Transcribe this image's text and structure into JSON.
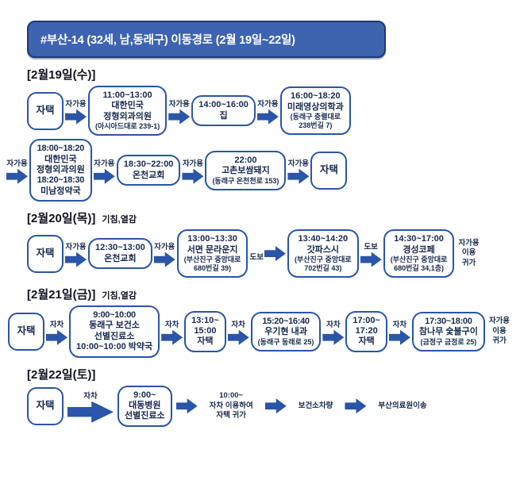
{
  "title": {
    "text": "#부산-14 (32세, 남,동래구) 이동경로 (2월 19일~22일)"
  },
  "colors": {
    "arrow": "#2a55a8",
    "box_border": "#2a55a8",
    "box_text": "#17294f",
    "title_bg": "#3e63af",
    "title_border": "#1c3a74",
    "header_text": "#10131f"
  },
  "sections": [
    {
      "header": "[2월19일(수)]",
      "note": "",
      "rows": [
        {
          "items": [
            {
              "type": "box",
              "kind": "home",
              "lines": [
                {
                  "t": "자택"
                }
              ]
            },
            {
              "type": "arrow",
              "label": "자가용"
            },
            {
              "type": "box",
              "lines": [
                {
                  "t": "11:00~13:00"
                },
                {
                  "t": "대한민국"
                },
                {
                  "t": "정형외과의원"
                },
                {
                  "t": "(아시아드대로 239-1)",
                  "s": true
                }
              ]
            },
            {
              "type": "arrow",
              "label": "자가용"
            },
            {
              "type": "box",
              "lines": [
                {
                  "t": "14:00~16:00"
                },
                {
                  "t": "집"
                }
              ]
            },
            {
              "type": "arrow",
              "label": "자가용"
            },
            {
              "type": "box",
              "lines": [
                {
                  "t": "16:00~18:20"
                },
                {
                  "t": "미래영상의학과"
                },
                {
                  "t": "(동래구 충렬대로",
                  "s": true
                },
                {
                  "t": "238번길 7)",
                  "s": true
                }
              ]
            }
          ]
        },
        {
          "cont": true,
          "items": [
            {
              "type": "arrow",
              "label": "자가용"
            },
            {
              "type": "box",
              "lines": [
                {
                  "t": "18:00~18:20",
                  "b": true
                },
                {
                  "t": "대한민국"
                },
                {
                  "t": "정형외과의원"
                },
                {
                  "t": "18:20~18:30",
                  "b": true
                },
                {
                  "t": "미남정약국"
                }
              ]
            },
            {
              "type": "arrow",
              "label": "자가용"
            },
            {
              "type": "box",
              "lines": [
                {
                  "t": "18:30~22:00"
                },
                {
                  "t": "온천교회"
                }
              ]
            },
            {
              "type": "arrow",
              "label": "자가용"
            },
            {
              "type": "box",
              "lines": [
                {
                  "t": "22:00"
                },
                {
                  "t": "고촌보쌈돼지"
                },
                {
                  "t": "(동래구 온천천로 153)",
                  "s": true
                }
              ]
            },
            {
              "type": "arrow",
              "label": "자가용"
            },
            {
              "type": "box",
              "kind": "home",
              "lines": [
                {
                  "t": "자택"
                }
              ]
            }
          ]
        }
      ]
    },
    {
      "header": "[2월20일(목)]",
      "note": "기침,열감",
      "rows": [
        {
          "items": [
            {
              "type": "box",
              "kind": "home",
              "lines": [
                {
                  "t": "자택"
                }
              ]
            },
            {
              "type": "arrow",
              "label": "자가용"
            },
            {
              "type": "box",
              "lines": [
                {
                  "t": "12:30~13:00"
                },
                {
                  "t": "온천교회"
                }
              ]
            },
            {
              "type": "arrow",
              "label": "자가용"
            },
            {
              "type": "box",
              "lines": [
                {
                  "t": "13:00~13:30"
                },
                {
                  "t": "서면 문라운지"
                },
                {
                  "t": "(부산진구 중앙대로",
                  "s": true
                },
                {
                  "t": "680번길 39)",
                  "s": true
                }
              ]
            },
            {
              "type": "arrow",
              "label": "도보",
              "labelPos": "left"
            },
            {
              "type": "box",
              "lines": [
                {
                  "t": "13:40~14:20"
                },
                {
                  "t": "갓파스시"
                },
                {
                  "t": "(부산진구 중앙대로",
                  "s": true
                },
                {
                  "t": "702번길 43)",
                  "s": true
                }
              ]
            },
            {
              "type": "arrow",
              "label": "도보"
            },
            {
              "type": "box",
              "lines": [
                {
                  "t": "14:30~17:00"
                },
                {
                  "t": "경성코페"
                },
                {
                  "t": "(부산진구 중앙대로",
                  "s": true
                },
                {
                  "t": "680번길 34,1층)",
                  "s": true
                }
              ]
            },
            {
              "type": "side",
              "lines": [
                {
                  "t": "자가용"
                },
                {
                  "t": "이용"
                },
                {
                  "t": "귀가"
                }
              ]
            }
          ]
        }
      ]
    },
    {
      "header": "[2월21일(금)]",
      "note": "기침,열감",
      "rows": [
        {
          "flush": true,
          "items": [
            {
              "type": "box",
              "kind": "home",
              "lines": [
                {
                  "t": "자택"
                }
              ]
            },
            {
              "type": "arrow",
              "label": "자차"
            },
            {
              "type": "box",
              "lines": [
                {
                  "t": "9:00~10:00",
                  "b": true
                },
                {
                  "t": "동래구 보건소"
                },
                {
                  "t": "선별진료소"
                },
                {
                  "t": "10:00~10:00 박약국"
                }
              ]
            },
            {
              "type": "arrow",
              "label": "자차"
            },
            {
              "type": "box",
              "lines": [
                {
                  "t": "13:10~"
                },
                {
                  "t": "15:00"
                },
                {
                  "t": "자택"
                }
              ]
            },
            {
              "type": "arrow",
              "label": "자차"
            },
            {
              "type": "box",
              "lines": [
                {
                  "t": "15:20~16:40",
                  "b": true
                },
                {
                  "t": "우기현 내과"
                },
                {
                  "t": "(동래구 동래로 25)",
                  "s": true
                }
              ]
            },
            {
              "type": "arrow",
              "label": "자차"
            },
            {
              "type": "box",
              "lines": [
                {
                  "t": "17:00~"
                },
                {
                  "t": "17:20"
                },
                {
                  "t": "자택"
                }
              ]
            },
            {
              "type": "arrow",
              "label": "자차"
            },
            {
              "type": "box",
              "lines": [
                {
                  "t": "17:30~18:00",
                  "b": true
                },
                {
                  "t": "참나무 숯불구이"
                },
                {
                  "t": "(금정구 금정로 25)",
                  "s": true
                }
              ]
            },
            {
              "type": "side",
              "lines": [
                {
                  "t": "자가용"
                },
                {
                  "t": "이용"
                },
                {
                  "t": "귀가"
                }
              ]
            }
          ]
        }
      ]
    },
    {
      "header": "[2월22일(토)]",
      "note": "",
      "rows": [
        {
          "items": [
            {
              "type": "box",
              "kind": "home",
              "lines": [
                {
                  "t": "자택"
                }
              ]
            },
            {
              "type": "arrow",
              "label": "자차",
              "big": true
            },
            {
              "type": "box",
              "lines": [
                {
                  "t": "9:00~"
                },
                {
                  "t": "대동병원"
                },
                {
                  "t": "선별진료소"
                }
              ]
            },
            {
              "type": "arrow"
            },
            {
              "type": "text",
              "lines": [
                {
                  "t": "10:00~"
                },
                {
                  "t": "자차 이용하여"
                },
                {
                  "t": "자택 귀가"
                }
              ]
            },
            {
              "type": "arrow"
            },
            {
              "type": "text",
              "lines": [
                {
                  "t": "보건소차량"
                }
              ]
            },
            {
              "type": "arrow"
            },
            {
              "type": "text",
              "lines": [
                {
                  "t": "부산의료원이송"
                }
              ]
            }
          ]
        }
      ]
    }
  ]
}
